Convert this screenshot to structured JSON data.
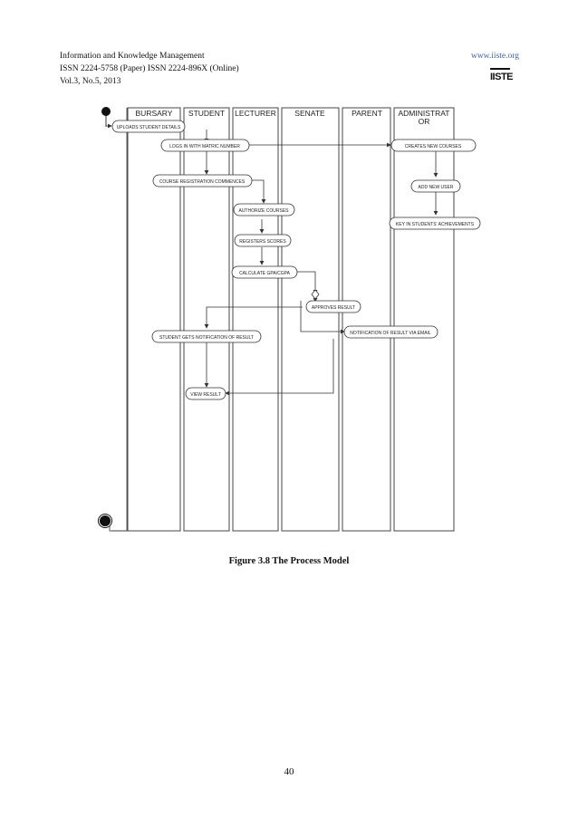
{
  "header": {
    "journal": "Information and Knowledge Management",
    "issn": "ISSN 2224-5758 (Paper) ISSN 2224-896X (Online)",
    "volume": "Vol.3, No.5, 2013",
    "website": "www.iiste.org",
    "logo_text": "IISTE"
  },
  "diagram": {
    "lanes": {
      "bursary": "BURSARY",
      "student": "STUDENT",
      "lecturer": "LECTURER",
      "senate": "SENATE",
      "parent": "PARENT",
      "admin_1": "ADMINISTRAT",
      "admin_2": "OR"
    },
    "activities": {
      "uploads": "UPLOADS STUDENT DETAILS",
      "logs_in": "LOGS IN WITH MATRIC NUMBER",
      "creates_courses": "CREATES NEW COURSES",
      "add_user": "ADD NEW USER",
      "course_reg": "COURSE REGISTRATION COMMENCES",
      "authorize": "AUTHORIZE COURSES",
      "key_in": "KEY IN STUDENTS' ACHIEVEMENTS",
      "registers": "REGISTERS SCORES",
      "calculate": "CALCULATE GPA/CGPA",
      "approves": "APPROVES RESULT",
      "notif_email": "NOTIFICATION OF RESULT VIA EMAIL",
      "student_notif": "STUDENT GETS NOTIFICATION OF RESULT",
      "view_result": "VIEW RESULT"
    }
  },
  "caption": "Figure 3.8 The Process Model",
  "page_number": "40"
}
